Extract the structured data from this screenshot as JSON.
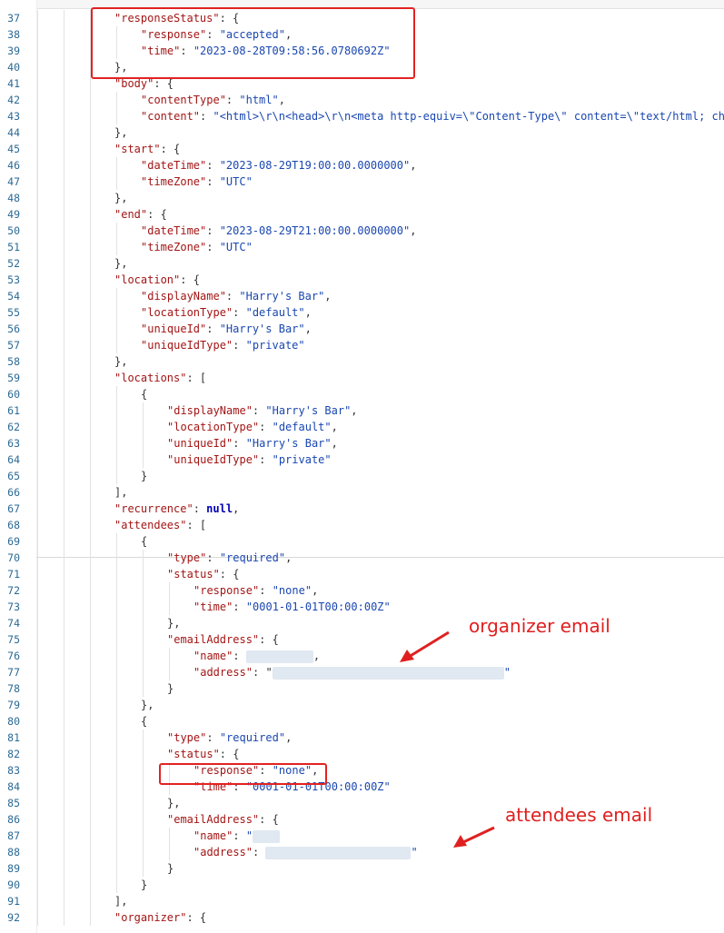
{
  "editor": {
    "lines": [
      {
        "n": "37",
        "i": 4,
        "t": [
          [
            "k",
            "\"responseStatus\""
          ],
          [
            "p",
            ": {"
          ]
        ]
      },
      {
        "n": "38",
        "i": 5,
        "t": [
          [
            "k",
            "\"response\""
          ],
          [
            "p",
            ": "
          ],
          [
            "s",
            "\"accepted\""
          ],
          [
            "p",
            ","
          ]
        ]
      },
      {
        "n": "39",
        "i": 5,
        "t": [
          [
            "k",
            "\"time\""
          ],
          [
            "p",
            ": "
          ],
          [
            "s",
            "\"2023-08-28T09:58:56.0780692Z\""
          ]
        ]
      },
      {
        "n": "40",
        "i": 4,
        "t": [
          [
            "p",
            "},"
          ]
        ]
      },
      {
        "n": "41",
        "i": 4,
        "t": [
          [
            "k",
            "\"body\""
          ],
          [
            "p",
            ": {"
          ]
        ]
      },
      {
        "n": "42",
        "i": 5,
        "t": [
          [
            "k",
            "\"contentType\""
          ],
          [
            "p",
            ": "
          ],
          [
            "s",
            "\"html\""
          ],
          [
            "p",
            ","
          ]
        ]
      },
      {
        "n": "43",
        "i": 5,
        "t": [
          [
            "k",
            "\"content\""
          ],
          [
            "p",
            ": "
          ],
          [
            "s",
            "\"<html>\\r\\n<head>\\r\\n<meta http-equiv=\\\"Content-Type\\\" content=\\\"text/html; ch"
          ]
        ]
      },
      {
        "n": "44",
        "i": 4,
        "t": [
          [
            "p",
            "},"
          ]
        ]
      },
      {
        "n": "45",
        "i": 4,
        "t": [
          [
            "k",
            "\"start\""
          ],
          [
            "p",
            ": {"
          ]
        ]
      },
      {
        "n": "46",
        "i": 5,
        "t": [
          [
            "k",
            "\"dateTime\""
          ],
          [
            "p",
            ": "
          ],
          [
            "s",
            "\"2023-08-29T19:00:00.0000000\""
          ],
          [
            "p",
            ","
          ]
        ]
      },
      {
        "n": "47",
        "i": 5,
        "t": [
          [
            "k",
            "\"timeZone\""
          ],
          [
            "p",
            ": "
          ],
          [
            "s",
            "\"UTC\""
          ]
        ]
      },
      {
        "n": "48",
        "i": 4,
        "t": [
          [
            "p",
            "},"
          ]
        ]
      },
      {
        "n": "49",
        "i": 4,
        "t": [
          [
            "k",
            "\"end\""
          ],
          [
            "p",
            ": {"
          ]
        ]
      },
      {
        "n": "50",
        "i": 5,
        "t": [
          [
            "k",
            "\"dateTime\""
          ],
          [
            "p",
            ": "
          ],
          [
            "s",
            "\"2023-08-29T21:00:00.0000000\""
          ],
          [
            "p",
            ","
          ]
        ]
      },
      {
        "n": "51",
        "i": 5,
        "t": [
          [
            "k",
            "\"timeZone\""
          ],
          [
            "p",
            ": "
          ],
          [
            "s",
            "\"UTC\""
          ]
        ]
      },
      {
        "n": "52",
        "i": 4,
        "t": [
          [
            "p",
            "},"
          ]
        ]
      },
      {
        "n": "53",
        "i": 4,
        "t": [
          [
            "k",
            "\"location\""
          ],
          [
            "p",
            ": {"
          ]
        ]
      },
      {
        "n": "54",
        "i": 5,
        "t": [
          [
            "k",
            "\"displayName\""
          ],
          [
            "p",
            ": "
          ],
          [
            "s",
            "\"Harry's Bar\""
          ],
          [
            "p",
            ","
          ]
        ]
      },
      {
        "n": "55",
        "i": 5,
        "t": [
          [
            "k",
            "\"locationType\""
          ],
          [
            "p",
            ": "
          ],
          [
            "s",
            "\"default\""
          ],
          [
            "p",
            ","
          ]
        ]
      },
      {
        "n": "56",
        "i": 5,
        "t": [
          [
            "k",
            "\"uniqueId\""
          ],
          [
            "p",
            ": "
          ],
          [
            "s",
            "\"Harry's Bar\""
          ],
          [
            "p",
            ","
          ]
        ]
      },
      {
        "n": "57",
        "i": 5,
        "t": [
          [
            "k",
            "\"uniqueIdType\""
          ],
          [
            "p",
            ": "
          ],
          [
            "s",
            "\"private\""
          ]
        ]
      },
      {
        "n": "58",
        "i": 4,
        "t": [
          [
            "p",
            "},"
          ]
        ]
      },
      {
        "n": "59",
        "i": 4,
        "t": [
          [
            "k",
            "\"locations\""
          ],
          [
            "p",
            ": ["
          ]
        ]
      },
      {
        "n": "60",
        "i": 5,
        "t": [
          [
            "p",
            "{"
          ]
        ]
      },
      {
        "n": "61",
        "i": 6,
        "t": [
          [
            "k",
            "\"displayName\""
          ],
          [
            "p",
            ": "
          ],
          [
            "s",
            "\"Harry's Bar\""
          ],
          [
            "p",
            ","
          ]
        ]
      },
      {
        "n": "62",
        "i": 6,
        "t": [
          [
            "k",
            "\"locationType\""
          ],
          [
            "p",
            ": "
          ],
          [
            "s",
            "\"default\""
          ],
          [
            "p",
            ","
          ]
        ]
      },
      {
        "n": "63",
        "i": 6,
        "t": [
          [
            "k",
            "\"uniqueId\""
          ],
          [
            "p",
            ": "
          ],
          [
            "s",
            "\"Harry's Bar\""
          ],
          [
            "p",
            ","
          ]
        ]
      },
      {
        "n": "64",
        "i": 6,
        "t": [
          [
            "k",
            "\"uniqueIdType\""
          ],
          [
            "p",
            ": "
          ],
          [
            "s",
            "\"private\""
          ]
        ]
      },
      {
        "n": "65",
        "i": 5,
        "t": [
          [
            "p",
            "}"
          ]
        ]
      },
      {
        "n": "66",
        "i": 4,
        "t": [
          [
            "p",
            "],"
          ]
        ]
      },
      {
        "n": "67",
        "i": 4,
        "t": [
          [
            "k",
            "\"recurrence\""
          ],
          [
            "p",
            ": "
          ],
          [
            "kw",
            "null"
          ],
          [
            "p",
            ","
          ]
        ]
      },
      {
        "n": "68",
        "i": 4,
        "t": [
          [
            "k",
            "\"attendees\""
          ],
          [
            "p",
            ": ["
          ]
        ]
      },
      {
        "n": "69",
        "i": 5,
        "t": [
          [
            "p",
            "{"
          ]
        ]
      },
      {
        "n": "70",
        "i": 6,
        "hl": true,
        "t": [
          [
            "k",
            "\"type\""
          ],
          [
            "p",
            ": "
          ],
          [
            "s",
            "\"required\""
          ],
          [
            "p",
            ","
          ]
        ]
      },
      {
        "n": "71",
        "i": 6,
        "t": [
          [
            "k",
            "\"status\""
          ],
          [
            "p",
            ": {"
          ]
        ]
      },
      {
        "n": "72",
        "i": 7,
        "t": [
          [
            "k",
            "\"response\""
          ],
          [
            "p",
            ": "
          ],
          [
            "s",
            "\"none\""
          ],
          [
            "p",
            ","
          ]
        ]
      },
      {
        "n": "73",
        "i": 7,
        "t": [
          [
            "k",
            "\"time\""
          ],
          [
            "p",
            ": "
          ],
          [
            "s",
            "\"0001-01-01T00:00:00Z\""
          ]
        ]
      },
      {
        "n": "74",
        "i": 6,
        "t": [
          [
            "p",
            "},"
          ]
        ]
      },
      {
        "n": "75",
        "i": 6,
        "t": [
          [
            "k",
            "\"emailAddress\""
          ],
          [
            "p",
            ": {"
          ]
        ]
      },
      {
        "n": "76",
        "i": 7,
        "t": [
          [
            "k",
            "\"name\""
          ],
          [
            "p",
            ": "
          ],
          [
            "b",
            "74"
          ],
          [
            "p",
            ","
          ]
        ]
      },
      {
        "n": "77",
        "i": 7,
        "t": [
          [
            "k",
            "\"address\""
          ],
          [
            "p",
            ": \""
          ],
          [
            "b",
            "255"
          ],
          [
            "s",
            "\""
          ]
        ]
      },
      {
        "n": "78",
        "i": 6,
        "t": [
          [
            "p",
            "}"
          ]
        ]
      },
      {
        "n": "79",
        "i": 5,
        "t": [
          [
            "p",
            "},"
          ]
        ]
      },
      {
        "n": "80",
        "i": 5,
        "t": [
          [
            "p",
            "{"
          ]
        ]
      },
      {
        "n": "81",
        "i": 6,
        "t": [
          [
            "k",
            "\"type\""
          ],
          [
            "p",
            ": "
          ],
          [
            "s",
            "\"required\""
          ],
          [
            "p",
            ","
          ]
        ]
      },
      {
        "n": "82",
        "i": 6,
        "t": [
          [
            "k",
            "\"status\""
          ],
          [
            "p",
            ": {"
          ]
        ]
      },
      {
        "n": "83",
        "i": 7,
        "t": [
          [
            "k",
            "\"response\""
          ],
          [
            "p",
            ": "
          ],
          [
            "s",
            "\"none\""
          ],
          [
            "p",
            ","
          ]
        ]
      },
      {
        "n": "84",
        "i": 7,
        "t": [
          [
            "k",
            "\"time\""
          ],
          [
            "p",
            ": "
          ],
          [
            "s",
            "\"0001-01-01T00:00:00Z\""
          ]
        ]
      },
      {
        "n": "85",
        "i": 6,
        "t": [
          [
            "p",
            "},"
          ]
        ]
      },
      {
        "n": "86",
        "i": 6,
        "t": [
          [
            "k",
            "\"emailAddress\""
          ],
          [
            "p",
            ": {"
          ]
        ]
      },
      {
        "n": "87",
        "i": 7,
        "t": [
          [
            "k",
            "\"name\""
          ],
          [
            "p",
            ": "
          ],
          [
            "s",
            "\""
          ],
          [
            "b",
            "30"
          ]
        ]
      },
      {
        "n": "88",
        "i": 7,
        "t": [
          [
            "k",
            "\"address\""
          ],
          [
            "p",
            ": "
          ],
          [
            "b",
            "160"
          ],
          [
            "s",
            "\""
          ]
        ]
      },
      {
        "n": "89",
        "i": 6,
        "t": [
          [
            "p",
            "}"
          ]
        ]
      },
      {
        "n": "90",
        "i": 5,
        "t": [
          [
            "p",
            "}"
          ]
        ]
      },
      {
        "n": "91",
        "i": 4,
        "t": [
          [
            "p",
            "],"
          ]
        ]
      },
      {
        "n": "92",
        "i": 4,
        "t": [
          [
            "k",
            "\"organizer\""
          ],
          [
            "p",
            ": {"
          ]
        ]
      }
    ]
  },
  "annotations": {
    "organizer_label": "organizer email",
    "attendees_label": "attendees email",
    "color": "#e02020"
  }
}
